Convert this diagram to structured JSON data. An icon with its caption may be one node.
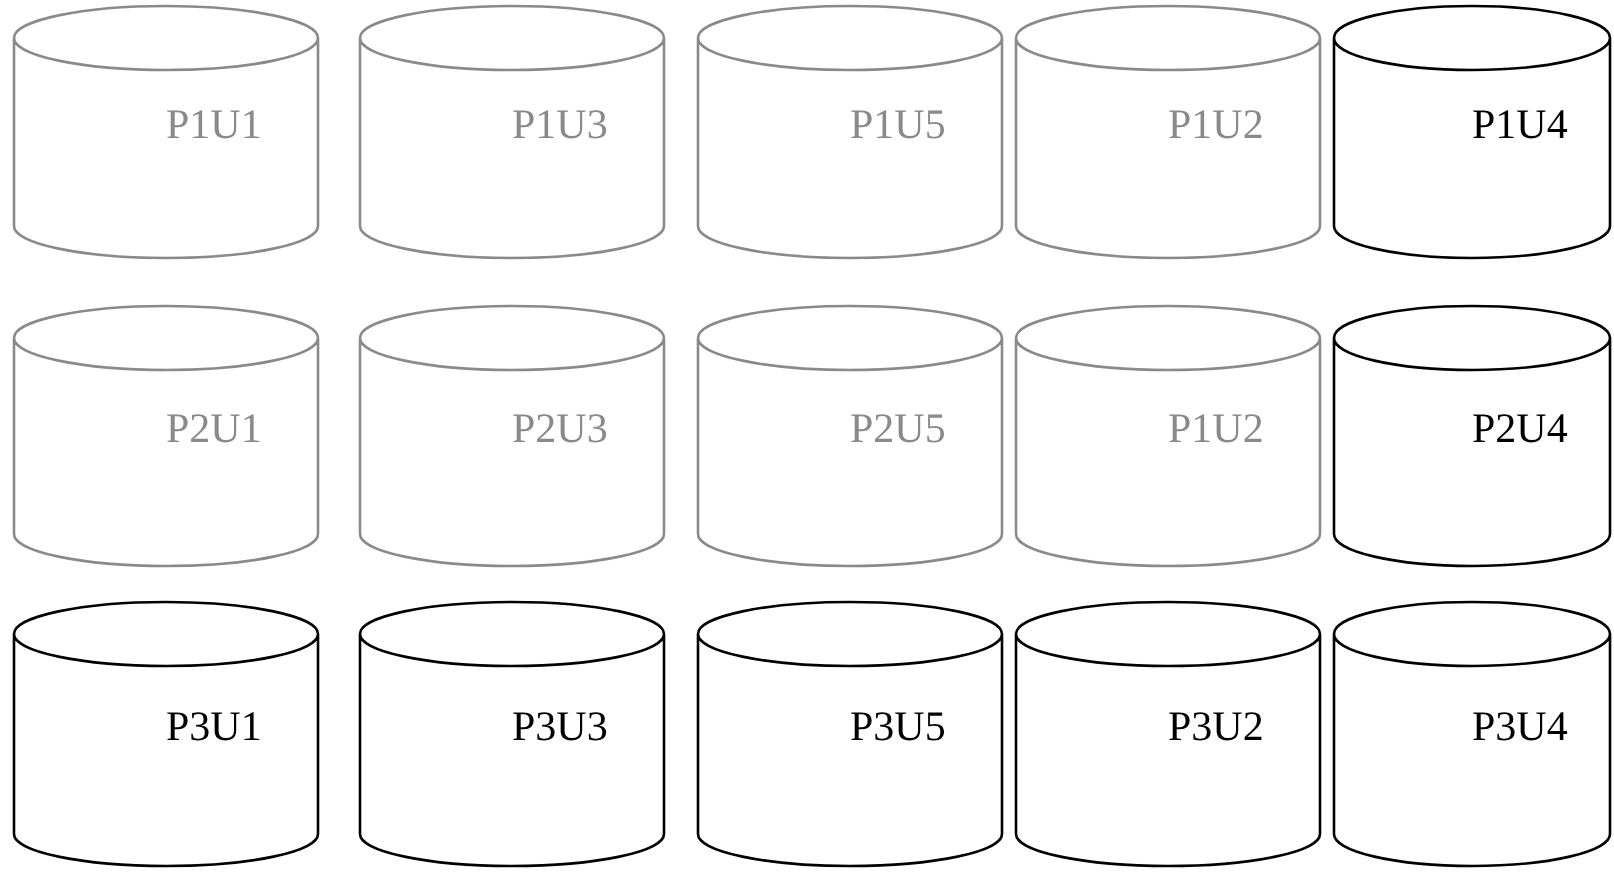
{
  "diagram": {
    "nodes": [
      {
        "text": [
          "P1U1"
        ]
      },
      {
        "text": [
          "P1U3"
        ]
      },
      {
        "text": [
          "P1U5"
        ]
      },
      {
        "text": [
          "P1U2"
        ]
      },
      {
        "text": [
          "P1U4"
        ]
      },
      {
        "text": [
          "P2U1"
        ]
      },
      {
        "text": [
          "P2U3"
        ]
      },
      {
        "text": [
          "P2U5"
        ]
      },
      {
        "text": [
          "P1U2"
        ]
      },
      {
        "text": [
          "P2U4"
        ]
      },
      {
        "text": [
          "P3U1"
        ]
      },
      {
        "text": [
          "P3U3"
        ]
      },
      {
        "text": [
          "P3U5"
        ]
      },
      {
        "text": [
          "P3U2"
        ]
      },
      {
        "text": [
          "P3U4"
        ]
      }
    ]
  }
}
